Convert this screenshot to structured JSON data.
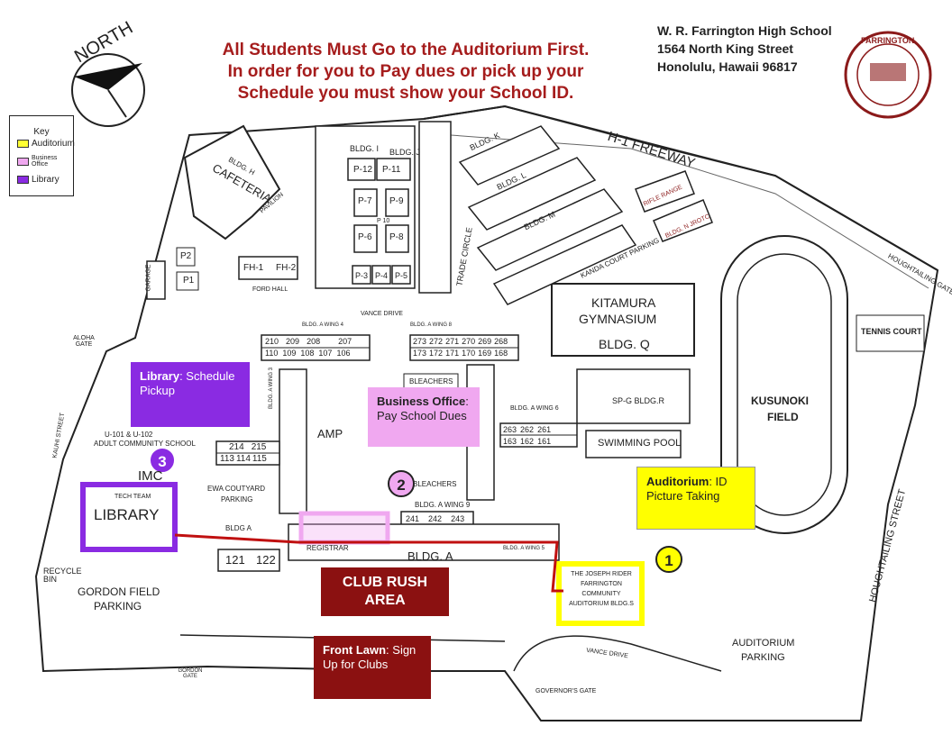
{
  "compass": {
    "label": "NORTH"
  },
  "headline": {
    "line1": "All Students Must Go to the Auditorium First.",
    "line2": "In order for you to Pay dues or pick up your",
    "line3": "Schedule you must show your School ID."
  },
  "school": {
    "name": "W. R. Farrington High School",
    "street": "1564 North King Street",
    "city": "Honolulu, Hawaii  96817",
    "seal_text": "FARRINGTON"
  },
  "key": {
    "title": "Key",
    "items": [
      {
        "label": "Auditorium",
        "color": "#ffff33"
      },
      {
        "label": "Business Office",
        "color": "#f0a8f0"
      },
      {
        "label": "Library",
        "color": "#8a2be2"
      }
    ]
  },
  "callouts": {
    "library": {
      "title": "Library",
      "text": ": Schedule Pickup",
      "number": "3",
      "color": "#8a2be2"
    },
    "business": {
      "title": "Business Office",
      "text": ": Pay School Dues",
      "number": "2",
      "color": "#f0a8f0"
    },
    "auditorium": {
      "title": "Auditorium",
      "text": ": ID Picture Taking",
      "number": "1",
      "color": "#ffff00"
    },
    "front_lawn": {
      "title": "Front Lawn",
      "text": ": Sign Up for Clubs",
      "color": "#8b1111"
    }
  },
  "club_rush": {
    "line1": "CLUB RUSH",
    "line2": "AREA"
  },
  "map_labels": {
    "h1": "H-1 FREEWAY",
    "kusunoki": "KUSUNOKI",
    "field": "FIELD",
    "tennis": "TENNIS COURT",
    "hought_st": "HOUGHTAILING STREET",
    "hought_gate": "HOUGHTAILING GATE",
    "kitamura": "KITAMURA",
    "gymnasium": "GYMNASIUM",
    "bldg_q": "BLDG. Q",
    "swimming": "SWIMMING POOL",
    "aud_parking1": "AUDITORIUM",
    "aud_parking2": "PARKING",
    "aud_bldg": "THE JOSEPH RIDER FARRINGTON COMMUNITY AUDITORIUM BLDG.S",
    "library": "LIBRARY",
    "tech_team": "TECH TEAM",
    "img": "IMC",
    "gordon1": "GORDON FIELD",
    "gordon2": "PARKING",
    "recycle": "RECYCLE BIN",
    "gordon_gate": "GORDON GATE",
    "governors_gate": "GOVERNOR'S GATE",
    "vance_drive": "VANCE DRIVE",
    "cafeteria": "CAFETERIA",
    "bldg_h": "BLDG. H",
    "pavilion": "PAVILION",
    "ford_hall": "FORD HALL",
    "fh1": "FH-1",
    "fh2": "FH-2",
    "garage": "GARAGE",
    "p1": "P1",
    "p2": "P2",
    "aloha_gate": "ALOHA GATE",
    "kauhi_st": "KAUHI STREET",
    "bldg_i": "BLDG. I",
    "bldg_j": "BLDG. J",
    "p12": "P-12",
    "p11": "P-11",
    "p7": "P-7",
    "p9": "P-9",
    "p6": "P-6",
    "p8": "P-8",
    "p10": "P 10",
    "p3": "P-3",
    "p4": "P-4",
    "p5": "P-5",
    "trade_circle": "TRADE CIRCLE",
    "bldg_k": "BLDG. K",
    "bldg_l": "BLDG. L",
    "bldg_m": "BLDG. M",
    "bldg_n": "BLDG. N JROTC",
    "rifle": "RIFLE RANGE",
    "kanda": "KANDA COURT PARKING",
    "wing4": "BLDG. A WING 4",
    "wing8": "BLDG. A WING 8",
    "wing3": "BLDG. A WING 3",
    "wing6": "BLDG. A WING 6",
    "wing9": "BLDG. A WING 9",
    "wing5": "BLDG. A WING 5",
    "bldg_a": "BLDG. A",
    "bldg_a_small": "BLDG A",
    "amp": "AMP",
    "bleachers": "BLEACHERS",
    "registrar": "REGISTRAR",
    "ewa1": "EWA COUTYARD",
    "ewa2": "PARKING",
    "adult1": "U-101 & U-102",
    "adult2": "ADULT COMMUNITY SCHOOL",
    "sp_g": "SP-G  BLDG.R",
    "r121": "121",
    "r122": "122",
    "w4_top": [
      "210",
      "209",
      "208",
      "207"
    ],
    "w4_bot": [
      "110",
      "109",
      "108",
      "107",
      "106"
    ],
    "w8_top": [
      "273",
      "272",
      "271",
      "270",
      "269",
      "268"
    ],
    "w8_bot": [
      "173",
      "172",
      "171",
      "170",
      "169",
      "168"
    ],
    "w6_top": [
      "263",
      "262",
      "261"
    ],
    "w6_bot": [
      "163",
      "162",
      "161"
    ],
    "w9": [
      "241",
      "242",
      "243"
    ],
    "rooms_214": [
      "214",
      "215"
    ],
    "rooms_113": [
      "113",
      "114",
      "115"
    ]
  }
}
